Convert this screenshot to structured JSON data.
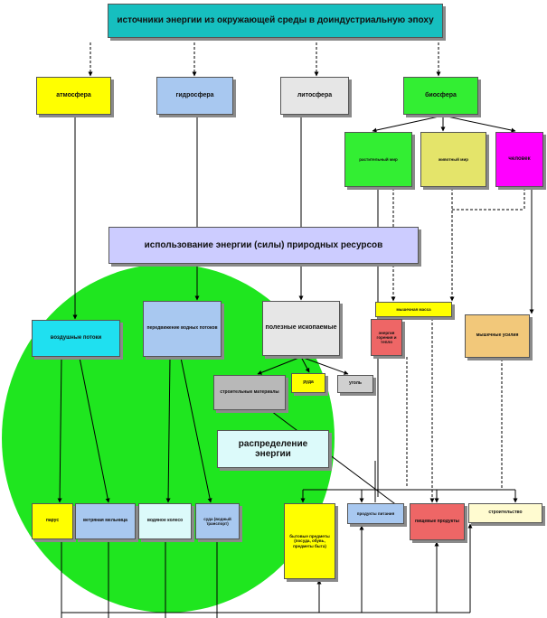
{
  "colors": {
    "teal": "#16bfbf",
    "cyan": "#1fe0f0",
    "yellow": "#ffff00",
    "light_blue": "#a8c8f0",
    "green": "#33ee33",
    "magenta": "#ff00ff",
    "khaki": "#e4e46a",
    "lavender": "#ccccff",
    "grey": "#d0d0d0",
    "salmon": "#ee6666",
    "tan": "#f2c87a",
    "circle": "#1fe61f"
  },
  "nodes": {
    "title": "источники энергии из окружающей среды в доиндустриальную эпоху",
    "atmosphere": "атмосфера",
    "hydrosphere": "гидросфера",
    "lithosphere": "литосфера",
    "biosphere": "биосфера",
    "plants": "растительный мир",
    "animals": "животный мир",
    "human": "человек",
    "usage": "использование энергии (силы) природных ресурсов",
    "air_flows": "воздушные потоки",
    "water_flows": "передвижение водных потоков",
    "minerals": "полезные ископаемые",
    "biomass": "мышечная масса",
    "combustion": "энергия горения и тепло",
    "muscle": "мышечные усилия",
    "building_materials": "строительные материалы",
    "ore": "руда",
    "coal": "уголь",
    "distribution": "распределение энергии",
    "sails": "парус",
    "windmill": "ветряная мельница",
    "water_wheel": "водяное колесо",
    "ship_transport": "суда (водный транспорт)",
    "items": "бытовые предметы (посуда, обувь, предметы быта)",
    "food": "продукты питания",
    "agri_products": "пищевые продукты",
    "construction": "строительство"
  }
}
